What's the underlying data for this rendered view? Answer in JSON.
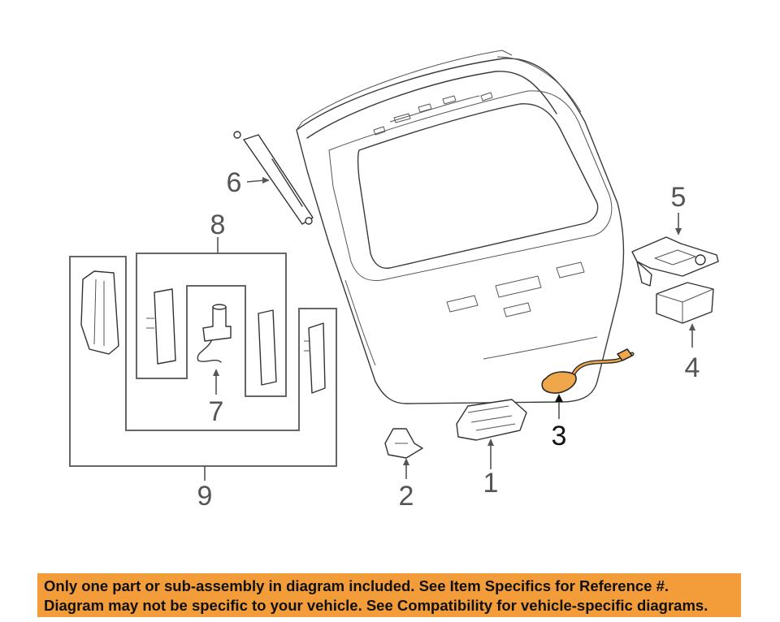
{
  "callouts": {
    "c1": "1",
    "c2": "2",
    "c3": "3",
    "c4": "4",
    "c5": "5",
    "c6": "6",
    "c7": "7",
    "c8": "8",
    "c9": "9"
  },
  "highlight_color": "#f0a64a",
  "banner_color": "#f39c3a",
  "disclaimer": {
    "line1": "Only one part or sub-assembly in diagram included. See Item Specifics for Reference #.",
    "line2": "Diagram may not be specific to your vehicle. See Compatibility for vehicle-specific diagrams."
  }
}
